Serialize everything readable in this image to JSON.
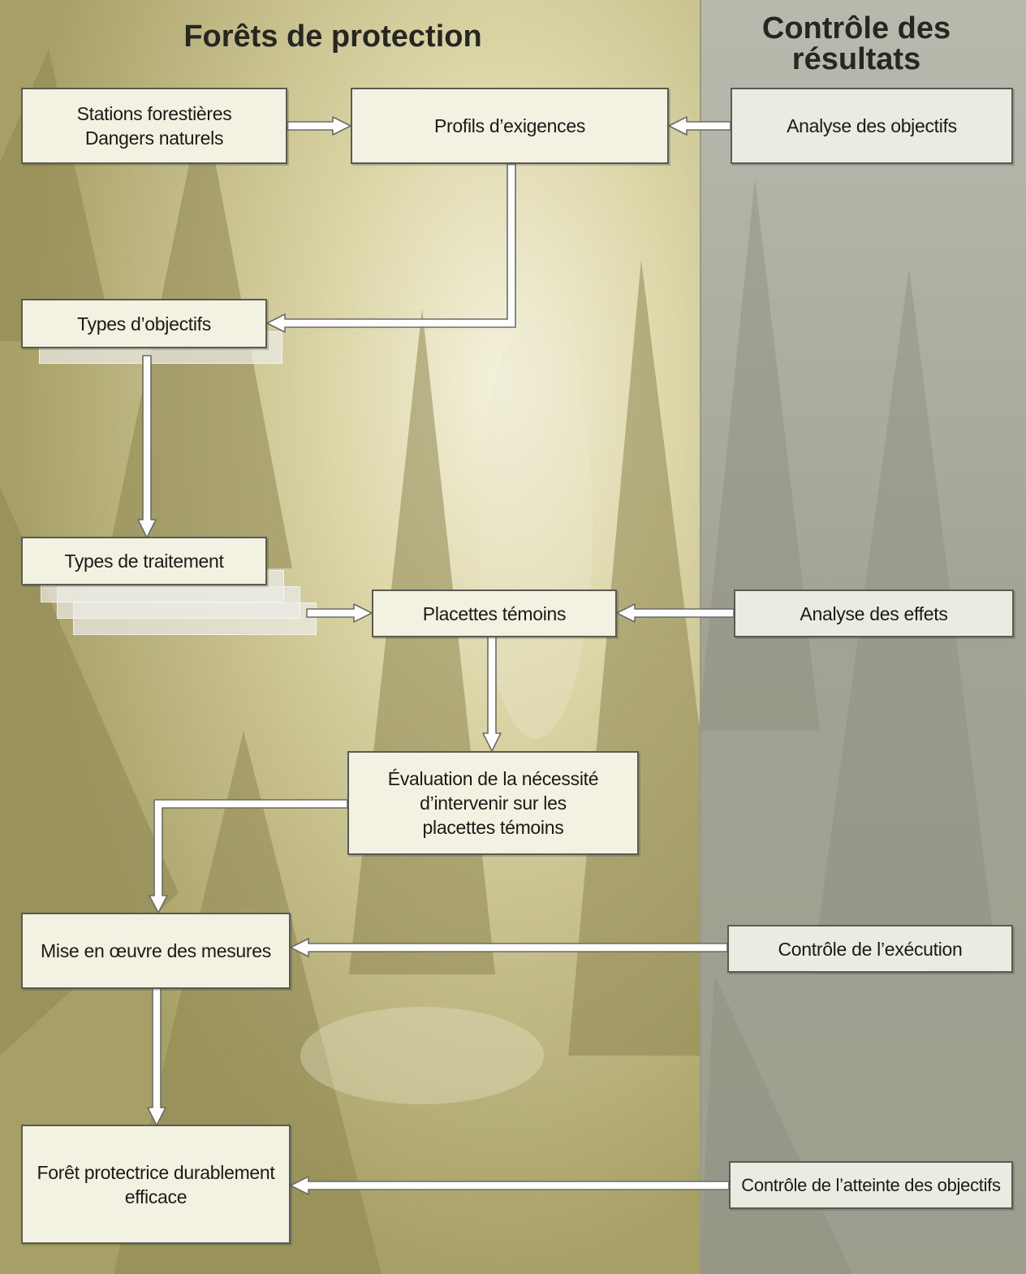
{
  "headers": {
    "left": "Forêts de protection",
    "right": "Contrôle des\nrésultats"
  },
  "boxes": {
    "stations": "Stations forestières\nDangers naturels",
    "profils": "Profils d’exigences",
    "analyse_objectifs": "Analyse des objectifs",
    "types_objectifs": "Types d’objectifs",
    "types_traitement": "Types de traitement",
    "placettes": "Placettes témoins",
    "analyse_effets": "Analyse des effets",
    "evaluation": "Évaluation de la nécessité\nd’intervenir sur les\nplacettes témoins",
    "mise_en_oeuvre": "Mise en œuvre des mesures",
    "controle_execution": "Contrôle de l’exécution",
    "foret_durable": "Forêt protectrice durablement\nefficace",
    "controle_atteinte": "Contrôle de l’atteinte des objectifs"
  },
  "colors": {
    "forest_panel": "#b5ad72",
    "forest_light": "#f1efd6",
    "control_panel": "#a8a89a",
    "box_fill": "#f3f1e1",
    "box_border": "#5a5a55",
    "arrow_fill": "#ffffff",
    "arrow_stroke": "#6b6b66"
  }
}
